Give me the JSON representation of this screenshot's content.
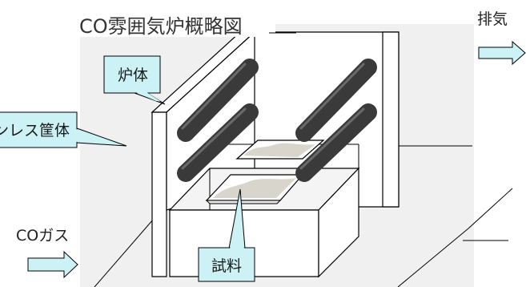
{
  "title": "CO雰囲気炉概略図",
  "labels": {
    "exhaust": "排気",
    "co_gas": "COガス"
  },
  "callouts": {
    "furnace_body": "炉体",
    "housing": "ンレス筐体",
    "sample": "試料"
  },
  "colors": {
    "callout_fill": "#ccf2f6",
    "arrow_fill": "#ccf2f6",
    "heater_rod": "#3a3a3a",
    "floor": "#f0f0f0",
    "outline": "#000000"
  }
}
